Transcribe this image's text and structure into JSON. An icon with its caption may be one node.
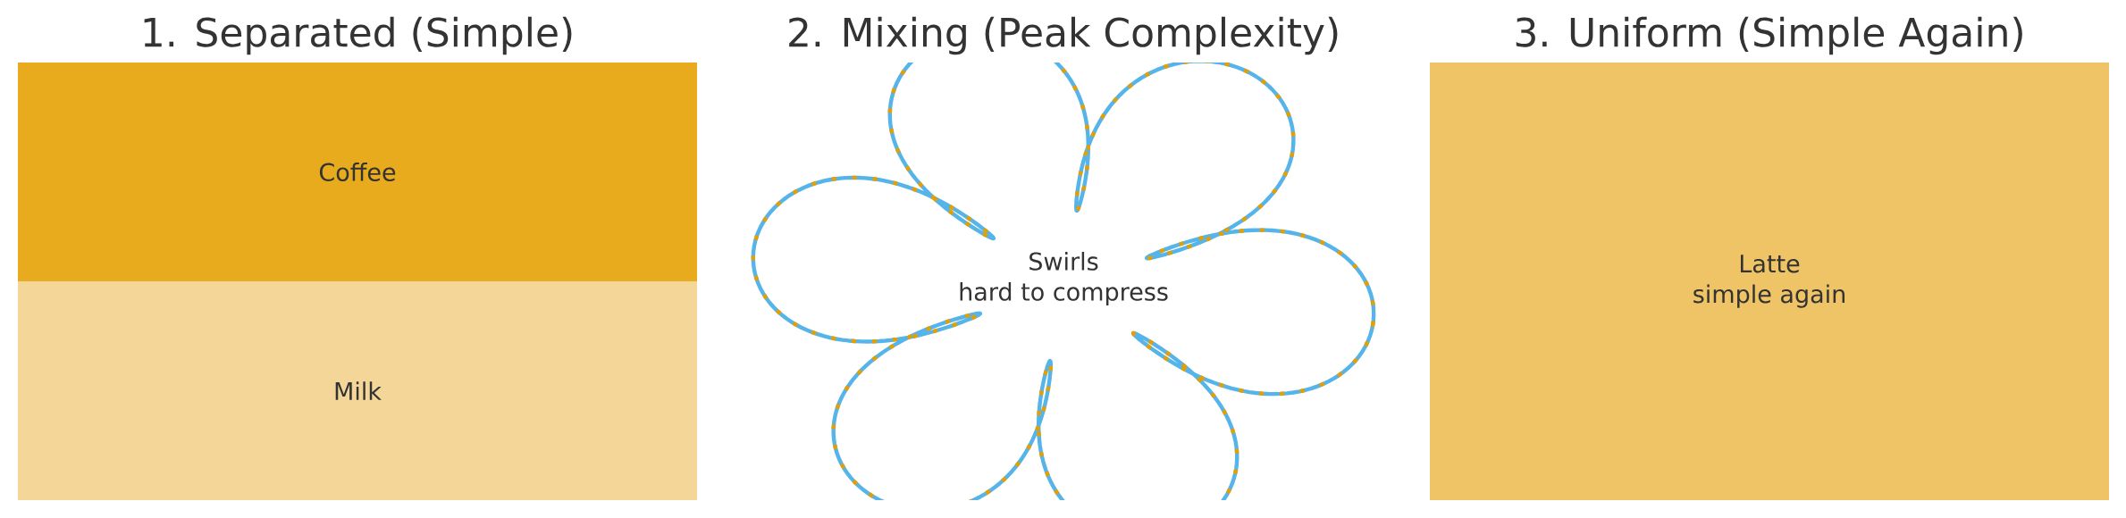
{
  "diagram": {
    "nodes": [
      {
        "text": [
          "Coffee"
        ]
      },
      {
        "text": [
          "Milk"
        ]
      },
      {
        "text": [
          "Swirls",
          "hard to compress"
        ]
      },
      {
        "text": [
          "Latte",
          "simple again"
        ]
      }
    ],
    "labels": [
      "1. Separated (Simple)",
      "2. Mixing (Peak Complexity)",
      "3. Uniform (Simple Again)"
    ]
  }
}
